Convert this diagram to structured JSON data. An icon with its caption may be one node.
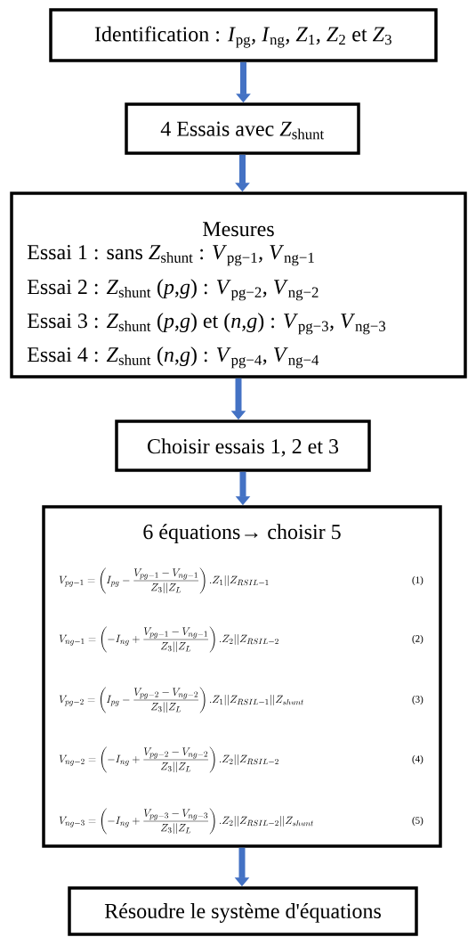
{
  "diagram": {
    "nodes": [
      {
        "text": [
          "Identification : *I*$_{pg}$, *I*$_{ng}$, *Z*$_{1}$, *Z*$_{2}$ et *Z*$_{3}$"
        ]
      },
      {
        "text": [
          "4 Essais avec *Z*$_{shunt}$"
        ]
      },
      {
        "text": [
          "Mesures",
          "Essai 1 : sans *Z*$_{shunt}$ : *V*$_{pg−1}$, *V*$_{ng−1}$",
          "Essai 2 : *Z*$_{shunt}$ (*p*,*g*) : *V*$_{pg−2}$, *V*$_{ng−2}$",
          "Essai 3 : *Z*$_{shunt}$ (*p*,*g*) et (*n*,*g*) : *V*$_{pg−3}$, *V*$_{ng−3}$",
          "Essai 4 : *Z*$_{shunt}$ (*n*,*g*) : *V*$_{pg−4}$, *V*$_{ng−4}$"
        ]
      },
      {
        "text": [
          "Choisir essais 1, 2 et 3"
        ]
      },
      {
        "text": [
          "6 équations→ choisir 5",
          "V_{pg-1} = \\left(I_{pg} - \\frac{V_{pg-1} - V_{ng-1}}{Z_3||Z_L}\\right).Z_1||Z_{RSIL-1}",
          "(1)",
          "V_{ng-1} = \\left(-I_{ng} + \\frac{V_{pg-1} - V_{ng-1}}{Z_3||Z_L}\\right).Z_2||Z_{RSIL-2}",
          "(2)",
          "V_{pg-2} = \\left(I_{pg} - \\frac{V_{pg-2} - V_{ng-2}}{Z_3||Z_L}\\right).Z_1||Z_{RSIL-1}||Z_{shunt}",
          "(3)",
          "V_{ng-2} = \\left(-I_{ng} + \\frac{V_{pg-2} - V_{ng-2}}{Z_3||Z_L}\\right).Z_2||Z_{RSIL-2}",
          "(4)",
          "V_{ng-3} = \\left(-I_{ng} + \\frac{V_{pg-3} - V_{ng-3}}{Z_3||Z_L}\\right).Z_2||Z_{RSIL-2}||Z_{shunt}",
          "(5)"
        ]
      },
      {
        "text": [
          "Résoudre le système d'équations"
        ]
      }
    ],
    "edges": [
      {
        "from": 0,
        "to": 1,
        "arrow": "to"
      },
      {
        "from": 1,
        "to": 2,
        "arrow": "to"
      },
      {
        "from": 2,
        "to": 3,
        "arrow": "to"
      },
      {
        "from": 3,
        "to": 4,
        "arrow": "to"
      },
      {
        "from": 4,
        "to": 5,
        "arrow": "to"
      }
    ]
  }
}
